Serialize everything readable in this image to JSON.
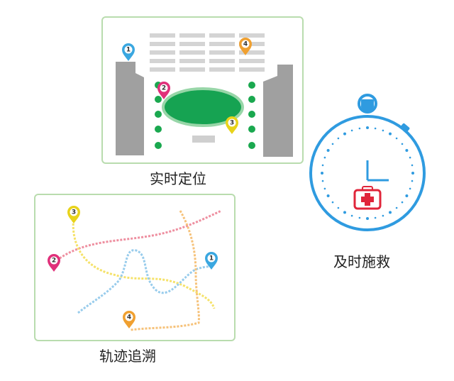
{
  "positioning": {
    "caption": "实时定位",
    "pins": [
      {
        "label": "1",
        "color": "#3aa7e0"
      },
      {
        "label": "2",
        "color": "#e0307a"
      },
      {
        "label": "3",
        "color": "#e8d31a"
      },
      {
        "label": "4",
        "color": "#f0a030"
      }
    ]
  },
  "tracking": {
    "caption": "轨迹追溯",
    "pins": [
      {
        "label": "1",
        "color": "#3aa7e0"
      },
      {
        "label": "2",
        "color": "#e0307a"
      },
      {
        "label": "3",
        "color": "#e8d31a"
      },
      {
        "label": "4",
        "color": "#f0a030"
      }
    ]
  },
  "rescue": {
    "caption": "及时施救",
    "accent_color": "#2f9be0",
    "kit_color": "#e0253a"
  }
}
